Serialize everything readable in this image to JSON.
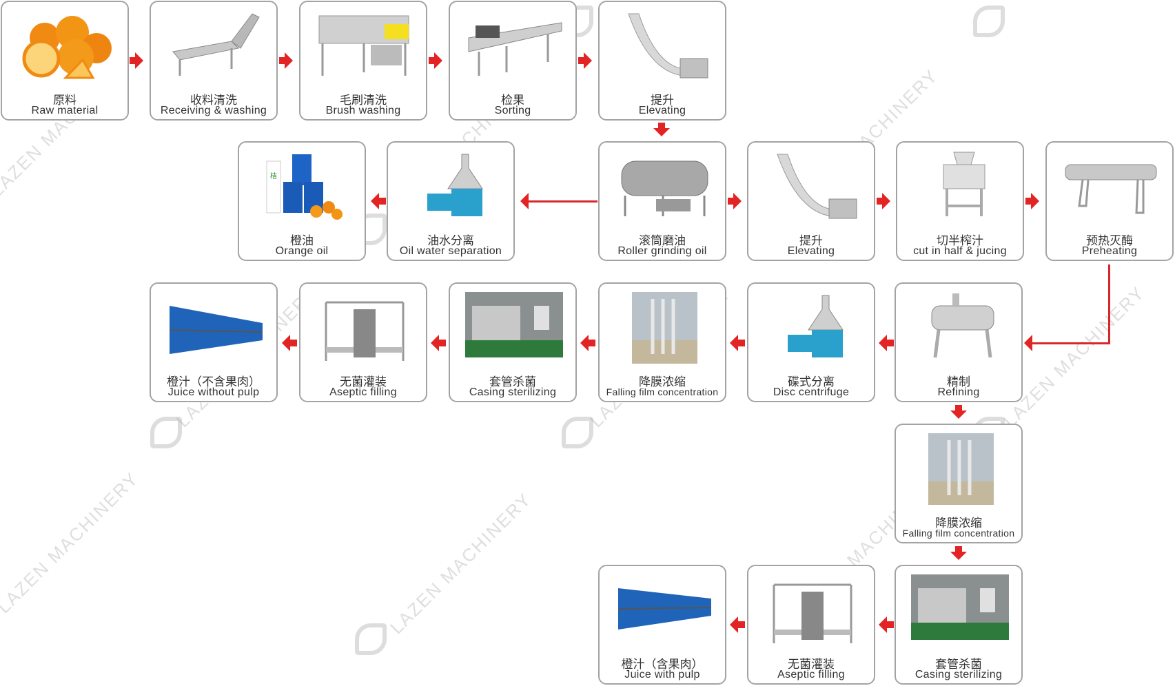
{
  "watermark": {
    "text": "LAZEN MACHINERY"
  },
  "colors": {
    "arrow": "#e32424",
    "border": "#a3a3a3",
    "text": "#333333"
  },
  "steps": [
    {
      "cn": "原料",
      "en": "Raw material",
      "icon": "oranges-image"
    },
    {
      "cn": "收料清洗",
      "en": "Receiving & washing",
      "icon": "washing-machine-image"
    },
    {
      "cn": "毛刷清洗",
      "en": "Brush washing",
      "icon": "brush-washer-image"
    },
    {
      "cn": "检果",
      "en": "Sorting",
      "icon": "sorting-conveyor-image"
    },
    {
      "cn": "提升",
      "en": "Elevating",
      "icon": "elevator-image"
    },
    {
      "cn": "滚筒磨油",
      "en": "Roller grinding oil",
      "icon": "roller-grinder-image"
    },
    {
      "cn": "油水分离",
      "en": "Oil water separation",
      "icon": "separator-image"
    },
    {
      "cn": "橙油",
      "en": "Orange oil",
      "icon": "orange-oil-image"
    },
    {
      "cn": "提升",
      "en": "Elevating",
      "icon": "elevator-image"
    },
    {
      "cn": "切半榨汁",
      "en": "cut in half & jucing",
      "icon": "juicer-image"
    },
    {
      "cn": "预热灭酶",
      "en": "Preheating",
      "icon": "preheater-image"
    },
    {
      "cn": "精制",
      "en": "Refining",
      "icon": "refiner-image"
    },
    {
      "cn": "碟式分离",
      "en": "Disc centrifuge",
      "icon": "disc-centrifuge-image"
    },
    {
      "cn": "降膜浓缩",
      "en": "Falling film concentration",
      "icon": "evaporator-image"
    },
    {
      "cn": "套管杀菌",
      "en": "Casing sterilizing",
      "icon": "sterilizer-image"
    },
    {
      "cn": "无菌灌装",
      "en": "Aseptic filling",
      "icon": "aseptic-filler-image"
    },
    {
      "cn": "橙汁（不含果肉）",
      "en": "Juice without pulp",
      "icon": "drums-image"
    },
    {
      "cn": "降膜浓缩",
      "en": "Falling film concentration",
      "icon": "evaporator-image"
    },
    {
      "cn": "套管杀菌",
      "en": "Casing sterilizing",
      "icon": "sterilizer-image"
    },
    {
      "cn": "无菌灌装",
      "en": "Aseptic filling",
      "icon": "aseptic-filler-image"
    },
    {
      "cn": "橙汁（含果肉）",
      "en": "Juice with pulp",
      "icon": "drums-image"
    }
  ]
}
